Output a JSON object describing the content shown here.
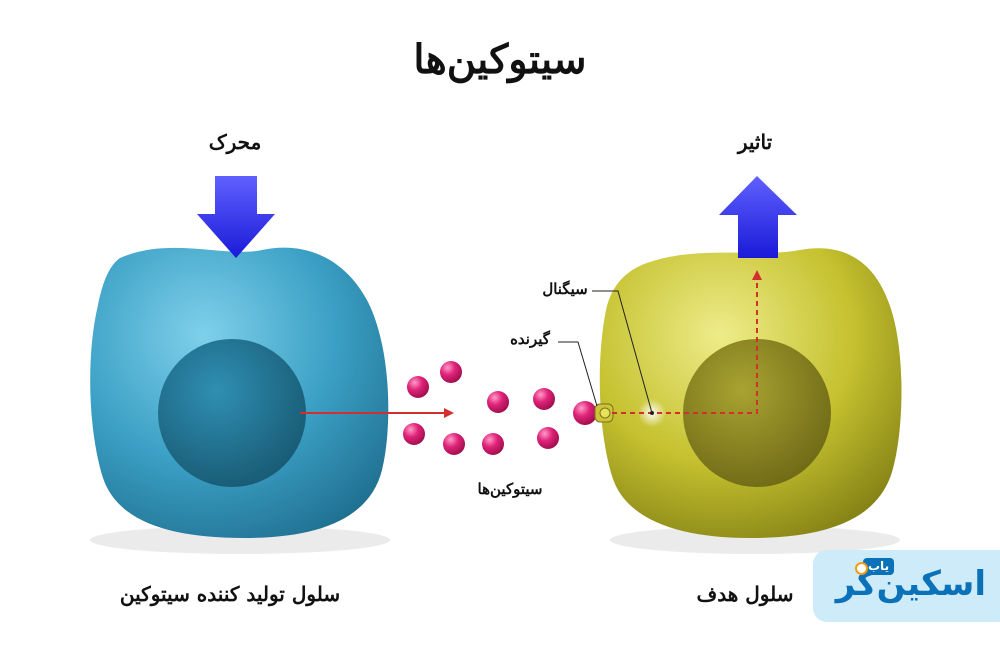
{
  "title": "سیتوکین‌ها",
  "labels": {
    "stimulus": "محرک",
    "effect": "تاثیر",
    "signal": "سیگنال",
    "receptor": "گیرنده",
    "cytokines": "سیتوکین‌ها",
    "producer_cell": "سلول تولید کننده سیتوکین",
    "target_cell": "سلول هدف"
  },
  "logo": {
    "main_text": "اسکین‌کر",
    "badge_text": "یاب"
  },
  "colors": {
    "producer_cell": "#3fa3c6",
    "producer_nucleus": "#247b9a",
    "target_cell": "#c7c431",
    "target_nucleus": "#8f8a1e",
    "cytokine": "#d8176b",
    "arrow_blue": "#2b2bea",
    "signal_red": "#d32f2f"
  }
}
